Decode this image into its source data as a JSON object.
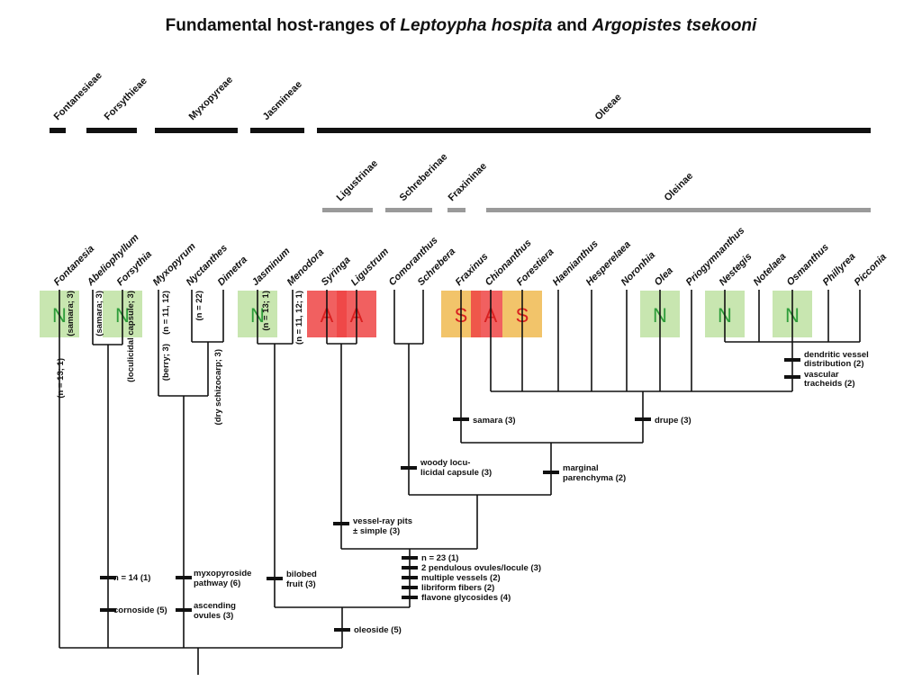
{
  "title": {
    "prefix": "Fundamental host-ranges of ",
    "species1": "Leptoypha hospita",
    "joiner": " and ",
    "species2": "Argopistes tsekooni"
  },
  "colors": {
    "N": "#c8e6b0",
    "A": "#f08080",
    "S": "#f2c46a",
    "text_N": "#2e9d3a",
    "text_A": "#d92020",
    "text_S": "#d92020",
    "A_strong": "#ee4444"
  },
  "tribes": [
    "Fontanesieae",
    "Forsythieae",
    "Myxopyreae",
    "Jasmineae",
    "Oleeae"
  ],
  "subtribes": [
    "Ligustrinae",
    "Schreberinae",
    "Fraxininae",
    "Oleinae"
  ],
  "genera": [
    "Fontanesia",
    "Abeliophyllum",
    "Forsythia",
    "Myxopyrum",
    "Nyctanthes",
    "Dimetra",
    "Jasminum",
    "Menodora",
    "Syringa",
    "Ligustrum",
    "Comoranthus",
    "Schrebera",
    "Fraxinus",
    "Chionanthus",
    "Forestiera",
    "Haenianthus",
    "Hesperelaea",
    "Noronhia",
    "Olea",
    "Priogymnanthus",
    "Nestegis",
    "Notelaea",
    "Osmanthus",
    "Phillyrea",
    "Picconia"
  ],
  "host_codes": [
    {
      "genus": "Fontanesia",
      "code": "N"
    },
    {
      "genus": "Forsythia",
      "code": "N"
    },
    {
      "genus": "Jasminum",
      "code": "N"
    },
    {
      "genus": "Syringa",
      "code": "A"
    },
    {
      "genus": "Ligustrum",
      "code": "A"
    },
    {
      "genus": "Fraxinus",
      "code": "S"
    },
    {
      "genus": "Chionanthus",
      "code": "A"
    },
    {
      "genus": "Forestiera",
      "code": "S"
    },
    {
      "genus": "Olea",
      "code": "N"
    },
    {
      "genus": "Nestegis",
      "code": "N"
    },
    {
      "genus": "Osmanthus",
      "code": "N"
    }
  ],
  "tip_notes": {
    "fontanesia": "(n = 13; 1)",
    "abelio": "(samara; 3)",
    "forsythia1": "(samara; 3)",
    "forsythia2": "(loculicidal capsule; 3)",
    "myxo1": "(berry; 3)",
    "myxo2": "(n = 11, 12)",
    "nyct": "(n = 22)",
    "dimetra": "(dry schizocarp; 3)",
    "jasminum": "(n = 13; 1)",
    "menodora": "(n = 11, 12; 1)"
  },
  "characters": {
    "dendritic": [
      "dendritic vessel",
      "distribution (2)"
    ],
    "vascular": [
      "vascular",
      "tracheids (2)"
    ],
    "samara": "samara (3)",
    "drupe": "drupe (3)",
    "woody": [
      "woody locu-",
      "licidal capsule (3)"
    ],
    "marginal": [
      "marginal",
      "parenchyma (2)"
    ],
    "vessel": [
      "vessel-ray pits",
      "± simple (3)"
    ],
    "clade": [
      "n = 23 (1)",
      "2 pendulous ovules/locule (3)",
      "multiple vessels (2)",
      "libriform fibers (2)",
      "flavone glycosides (4)"
    ],
    "n14": "n = 14 (1)",
    "cornoside": "cornoside (5)",
    "myxopyroside": [
      "myxopyroside",
      "pathway (6)"
    ],
    "ascending": [
      "ascending",
      "ovules (3)"
    ],
    "bilobed": [
      "bilobed",
      "fruit (3)"
    ],
    "oleoside": "oleoside (5)"
  }
}
